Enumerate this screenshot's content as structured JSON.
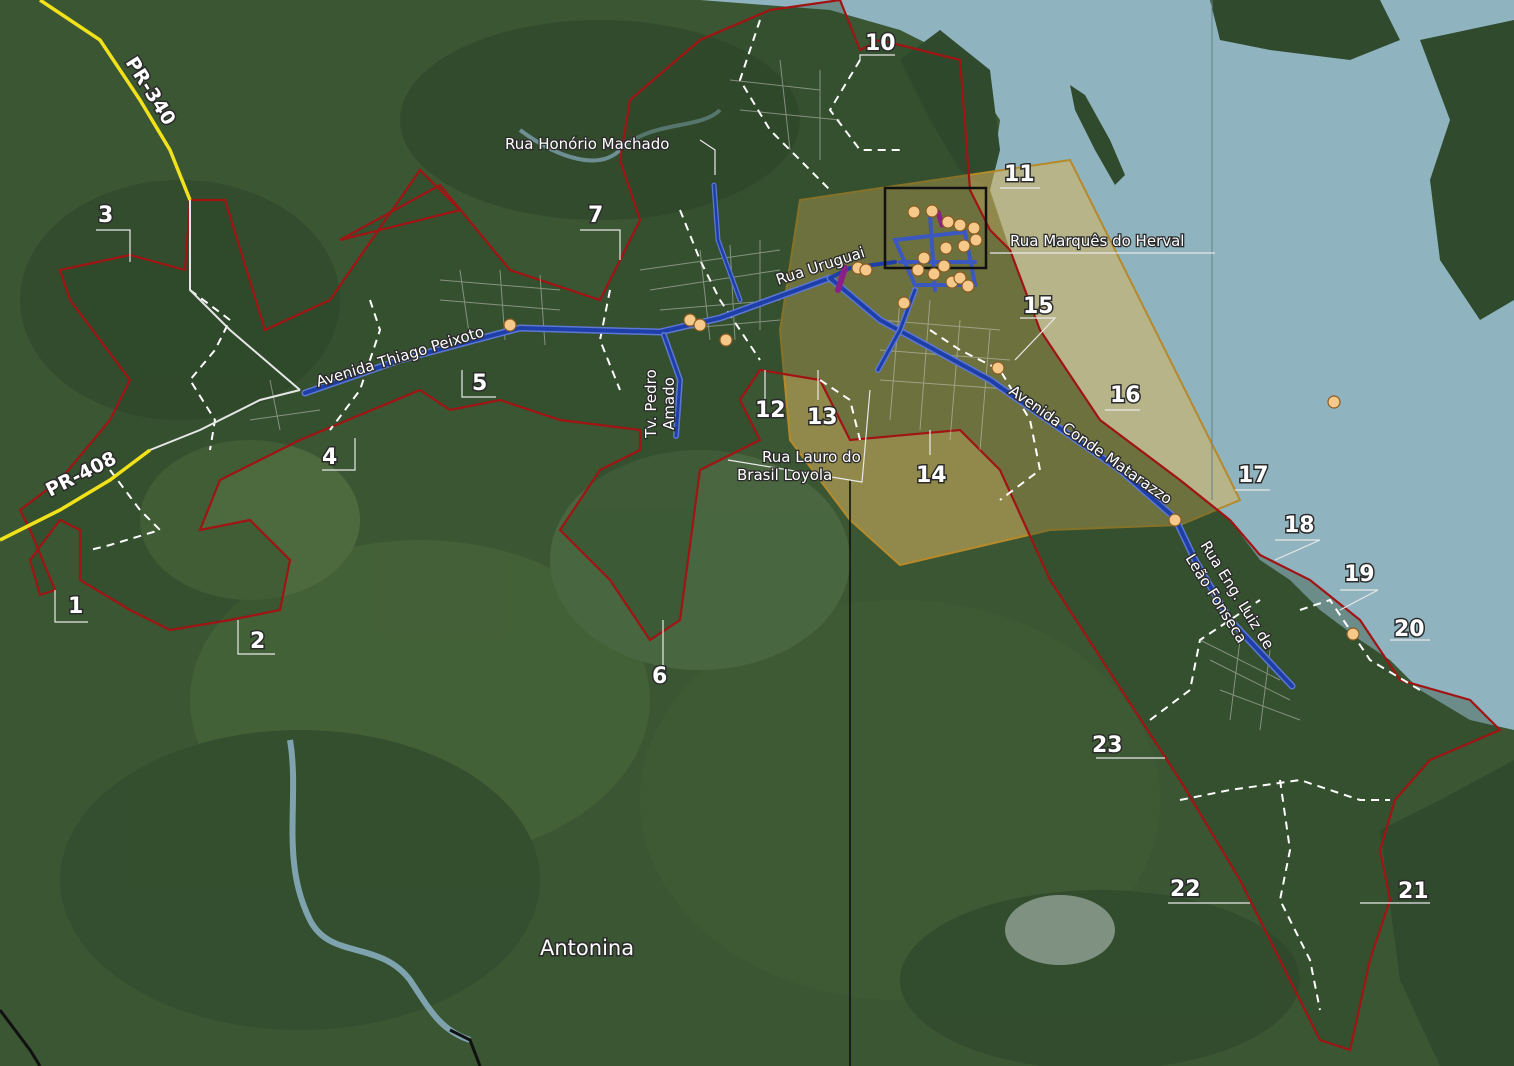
{
  "map": {
    "city_label": "Antonina",
    "highways": [
      {
        "id": "pr340",
        "label": "PR-340"
      },
      {
        "id": "pr408",
        "label": "PR-408"
      }
    ],
    "streets": [
      {
        "id": "honorio",
        "label": "Rua Honório Machado"
      },
      {
        "id": "uruguai",
        "label": "Rua Uruguai"
      },
      {
        "id": "herval",
        "label": "Rua Marquês do Herval"
      },
      {
        "id": "thiago",
        "label": "Avenida Thiago Peixoto"
      },
      {
        "id": "pedro1",
        "label": "Tv. Pedro"
      },
      {
        "id": "pedro2",
        "label": "Amado"
      },
      {
        "id": "lauro1",
        "label": "Rua Lauro do"
      },
      {
        "id": "lauro2",
        "label": "Brasil Loyola"
      },
      {
        "id": "conde",
        "label": "Avenida Conde Matarazzo"
      },
      {
        "id": "eng1",
        "label": "Rua Eng. Luiz de"
      },
      {
        "id": "eng2",
        "label": "Leão Fonseca"
      }
    ],
    "zones": [
      "1",
      "2",
      "3",
      "4",
      "5",
      "6",
      "7",
      "10",
      "11",
      "12",
      "13",
      "14",
      "15",
      "16",
      "17",
      "18",
      "19",
      "20",
      "21",
      "22",
      "23"
    ],
    "colors": {
      "boundary": "#a01414",
      "highway": "#f2e21a",
      "street": "#1f3fa8",
      "buffer": "#d9b45e",
      "point": "#f6c98a",
      "water": "#8fb3bf"
    }
  }
}
